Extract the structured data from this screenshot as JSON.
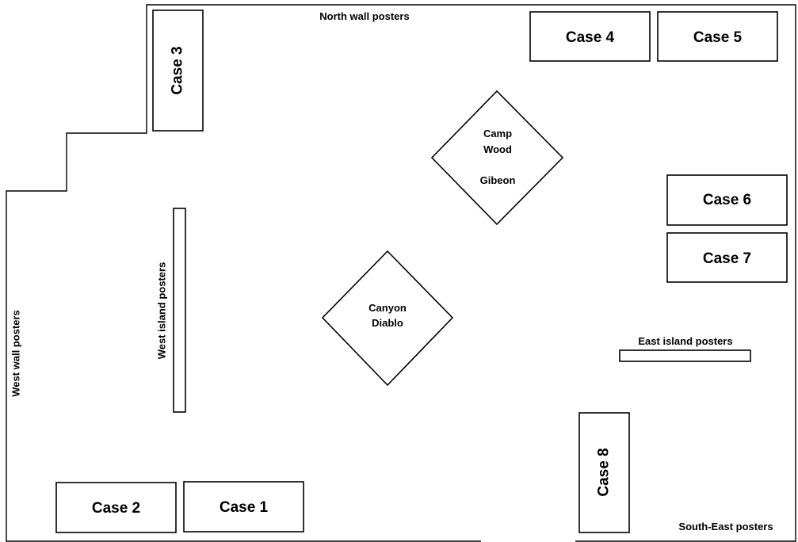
{
  "labels": {
    "north_wall": "North wall posters",
    "west_wall": "West wall posters",
    "west_island": "West island posters",
    "east_island": "East island posters",
    "south_east": "South-East posters"
  },
  "cases": {
    "case1": "Case 1",
    "case2": "Case 2",
    "case3": "Case 3",
    "case4": "Case 4",
    "case5": "Case 5",
    "case6": "Case 6",
    "case7": "Case 7",
    "case8": "Case 8"
  },
  "diamonds": {
    "top": {
      "line1": "Camp",
      "line2": "Wood",
      "line3": "Gibeon"
    },
    "bottom": {
      "line1": "Canyon",
      "line2": "Diablo"
    }
  }
}
